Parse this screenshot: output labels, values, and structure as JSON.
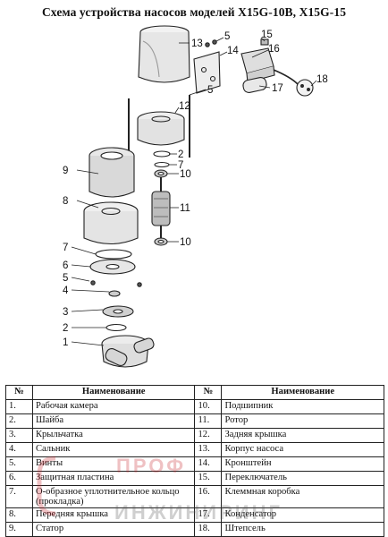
{
  "title": "Схема устройства насосов моделей X15G-10B, X15G-15",
  "callouts": [
    "13",
    "5",
    "15",
    "16",
    "14",
    "17",
    "18",
    "5",
    "12",
    "2",
    "7",
    "10",
    "9",
    "11",
    "8",
    "10",
    "7",
    "6",
    "5",
    "4",
    "3",
    "2",
    "1"
  ],
  "table": {
    "headers": [
      "№",
      "Наименование",
      "№",
      "Наименование"
    ],
    "rows": [
      {
        "n1": "1.",
        "name1": "Рабочая камера",
        "n2": "10.",
        "name2": "Подшипник"
      },
      {
        "n1": "2.",
        "name1": "Шайба",
        "n2": "11.",
        "name2": "Ротор"
      },
      {
        "n1": "3.",
        "name1": "Крыльчатка",
        "n2": "12.",
        "name2": "Задняя крышка"
      },
      {
        "n1": "4.",
        "name1": "Сальник",
        "n2": "13.",
        "name2": "Корпус насоса"
      },
      {
        "n1": "5.",
        "name1": "Винты",
        "n2": "14.",
        "name2": "Кронштейн"
      },
      {
        "n1": "6.",
        "name1": "Защитная пластина",
        "n2": "15.",
        "name2": "Переключатель"
      },
      {
        "n1": "7.",
        "name1": "О-образное уплотнительное кольцо (прокладка)",
        "n2": "16.",
        "name2": "Клеммная коробка"
      },
      {
        "n1": "8.",
        "name1": "Передняя крышка",
        "n2": "17.",
        "name2": "Конденсатор"
      },
      {
        "n1": "9.",
        "name1": "Статор",
        "n2": "18.",
        "name2": "Штепсель"
      }
    ]
  },
  "watermark": {
    "line1": "ПРОФ",
    "line2": "ИНЖИНИРИНГ",
    "color": "#c8232c"
  }
}
